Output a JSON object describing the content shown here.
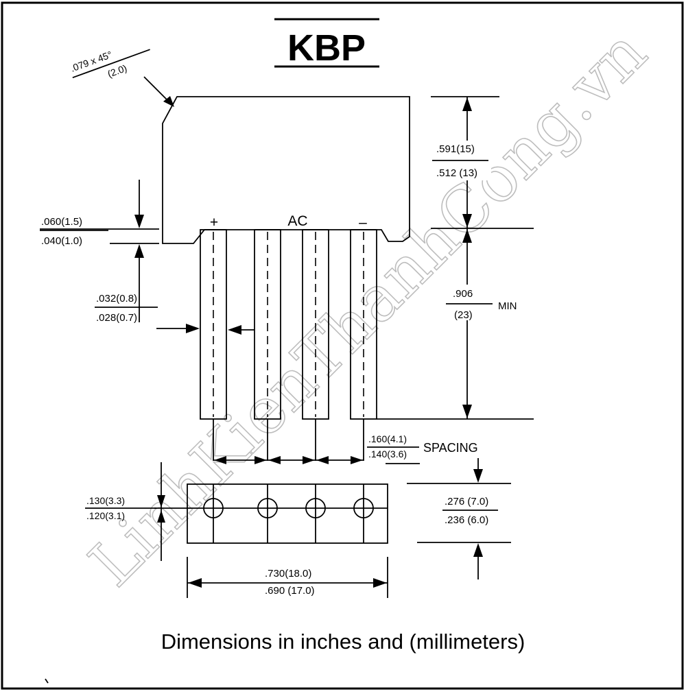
{
  "title": "KBP",
  "chamfer": {
    "inch": ".079 x 45°",
    "mm": "(2.0)"
  },
  "body_height": {
    "max": ".591(15)",
    "min": ".512 (13)"
  },
  "lead_length": {
    "max": ".906",
    "min": "(23)",
    "suffix": "MIN"
  },
  "seat_height": {
    "max": ".060(1.5)",
    "min": ".040(1.0)"
  },
  "lead_width": {
    "max": ".032(0.8)",
    "min": ".028(0.7)"
  },
  "pin_labels": {
    "plus": "+",
    "ac": "AC",
    "minus": "–"
  },
  "spacing": {
    "max": ".160(4.1)",
    "min": ".140(3.6)",
    "label": "SPACING"
  },
  "body_thickness_left": {
    "max": ".130(3.3)",
    "min": ".120(3.1)"
  },
  "body_thickness_right": {
    "max": ".276 (7.0)",
    "min": ".236 (6.0)"
  },
  "body_length": {
    "max": ".730(18.0)",
    "min": ".690 (17.0)"
  },
  "caption": "Dimensions in inches and (millimeters)",
  "watermark": "LinhKienThanhCong.vn"
}
